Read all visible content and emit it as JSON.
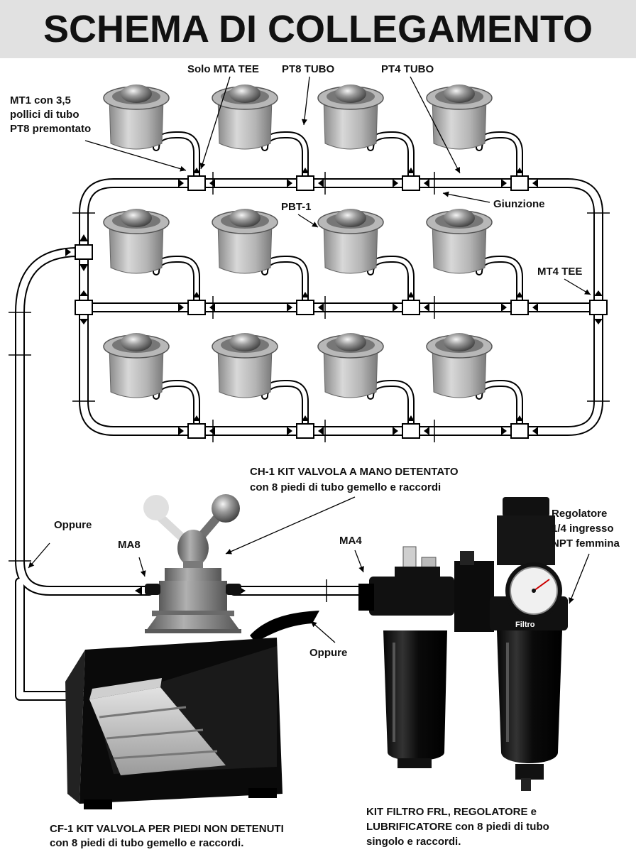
{
  "header": {
    "title": "SCHEMA DI COLLEGAMENTO"
  },
  "labels": {
    "mta_tee": "Solo MTA TEE",
    "pt8_tubo": "PT8 TUBO",
    "pt4_tubo": "PT4 TUBO",
    "mt1_line1": "MT1 con 3,5",
    "mt1_line2": "pollici di tubo",
    "mt1_line3": "PT8 premontato",
    "giunzione": "Giunzione",
    "pbt1": "PBT-1",
    "mt4_tee": "MT4 TEE",
    "ch1_line1": "CH-1 KIT VALVOLA A MANO DETENTATO",
    "ch1_line2": "con 8 piedi di tubo gemello e raccordi",
    "oppure_1": "Oppure",
    "ma8": "MA8",
    "ma4": "MA4",
    "regolatore_line1": "Regolatore",
    "regolatore_line2": "1/4 ingresso",
    "regolatore_line3": "NPT femmina",
    "oppure_2": "Oppure",
    "lubrificatore": "Lubrificatore",
    "filtro": "Filtro",
    "cf1_line1": "CF-1 KIT VALVOLA PER PIEDI NON DETENUTI",
    "cf1_line2": "con 8 piedi di tubo gemello e raccordi.",
    "frl_line1": "KIT FILTRO FRL, REGOLATORE e",
    "frl_line2": "LUBRIFICATORE con 8 piedi di tubo",
    "frl_line3": "singolo e raccordi."
  },
  "colors": {
    "header_bg": "#e1e1e1",
    "frl_body": "#141414",
    "ball_steel": "#9a9a9a"
  },
  "icons": [
    "ball-transfer-unit-icon",
    "tee-fitting-icon",
    "flow-arrow-icon",
    "hand-valve-icon",
    "foot-pedal-icon",
    "frl-unit-icon",
    "pressure-gauge-icon"
  ]
}
